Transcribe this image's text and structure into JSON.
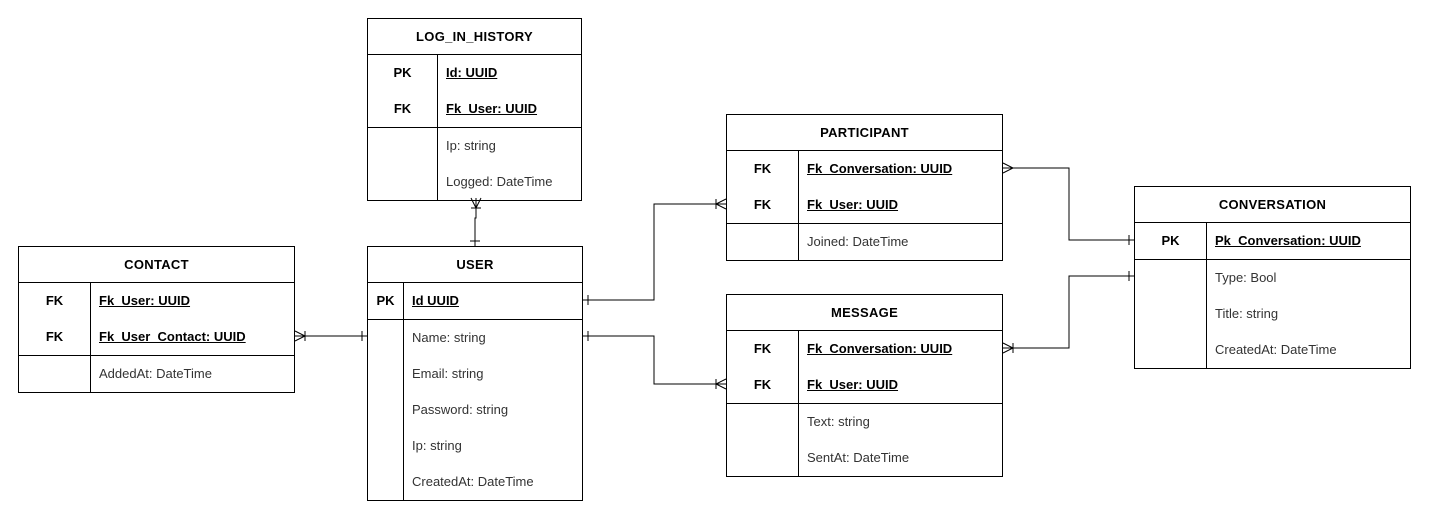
{
  "diagram": {
    "entities": [
      {
        "id": "log-in-history",
        "title": "LOG_IN_HISTORY",
        "keys": [
          {
            "marker": "PK",
            "field": "Id: UUID"
          },
          {
            "marker": "FK",
            "field": "Fk_User: UUID"
          }
        ],
        "attributes": [
          "Ip: string",
          "Logged: DateTime"
        ]
      },
      {
        "id": "contact",
        "title": "CONTACT",
        "keys": [
          {
            "marker": "FK",
            "field": "Fk_User: UUID"
          },
          {
            "marker": "FK",
            "field": "Fk_User_Contact: UUID"
          }
        ],
        "attributes": [
          "AddedAt: DateTime"
        ]
      },
      {
        "id": "user",
        "title": "USER",
        "keys": [
          {
            "marker": "PK",
            "field": "Id UUID"
          }
        ],
        "attributes": [
          "Name: string",
          "Email: string",
          "Password: string",
          "Ip: string",
          "CreatedAt: DateTime"
        ]
      },
      {
        "id": "participant",
        "title": "PARTICIPANT",
        "keys": [
          {
            "marker": "FK",
            "field": "Fk_Conversation: UUID"
          },
          {
            "marker": "FK",
            "field": "Fk_User: UUID"
          }
        ],
        "attributes": [
          "Joined: DateTime"
        ]
      },
      {
        "id": "message",
        "title": "MESSAGE",
        "keys": [
          {
            "marker": "FK",
            "field": "Fk_Conversation: UUID"
          },
          {
            "marker": "FK",
            "field": "Fk_User: UUID"
          }
        ],
        "attributes": [
          "Text: string",
          "SentAt: DateTime"
        ]
      },
      {
        "id": "conversation",
        "title": "CONVERSATION",
        "keys": [
          {
            "marker": "PK",
            "field": "Pk_Conversation: UUID"
          }
        ],
        "attributes": [
          "Type: Bool",
          "Title: string",
          "CreatedAt: DateTime"
        ]
      }
    ],
    "relationships": [
      {
        "from": "user",
        "from_end": "one",
        "to": "log-in-history",
        "to_end": "one-or-many"
      },
      {
        "from": "user",
        "from_end": "one",
        "to": "contact",
        "to_end": "one-or-many"
      },
      {
        "from": "user",
        "from_end": "one",
        "to": "participant",
        "to_end": "one-or-many"
      },
      {
        "from": "user",
        "from_end": "one",
        "to": "message",
        "to_end": "one-or-many"
      },
      {
        "from": "conversation",
        "from_end": "one",
        "to": "participant",
        "to_end": "many"
      },
      {
        "from": "conversation",
        "from_end": "one",
        "to": "message",
        "to_end": "one-or-many"
      }
    ]
  }
}
